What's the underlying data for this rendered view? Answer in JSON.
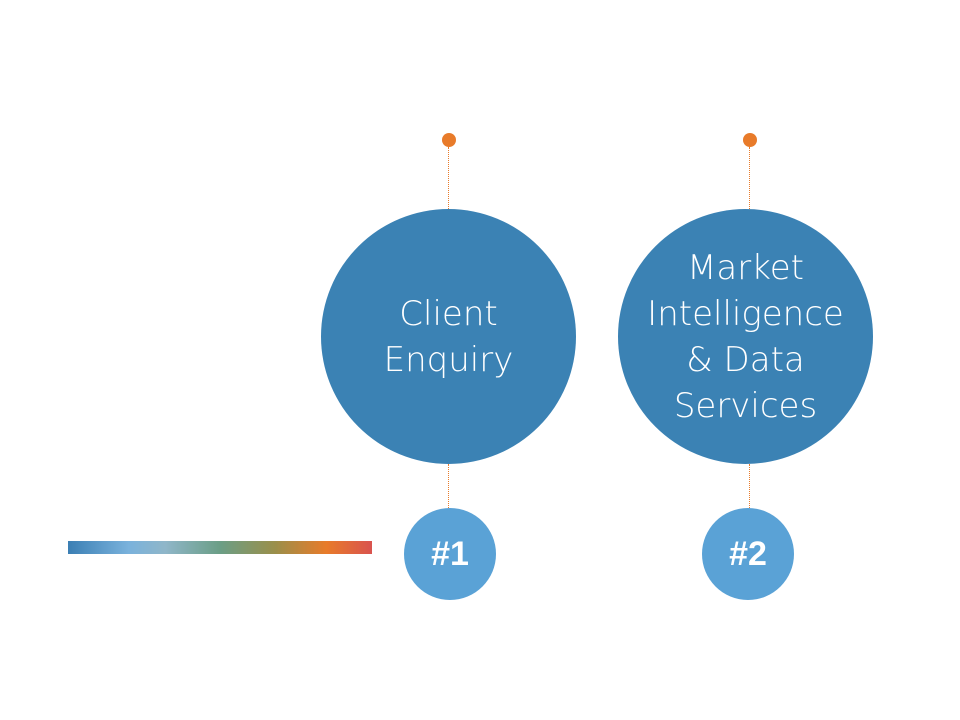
{
  "steps": [
    {
      "title_line1": "Client",
      "title_line2": "Enquiry",
      "number": "#1"
    },
    {
      "title_line1": "Market",
      "title_line2": "Intelligence",
      "title_line3": "& Data",
      "title_line4": "Services",
      "number": "#2"
    }
  ],
  "colors": {
    "circle": "#3b82b4",
    "badge": "#5aa2d6",
    "accent": "#e87b2a"
  }
}
